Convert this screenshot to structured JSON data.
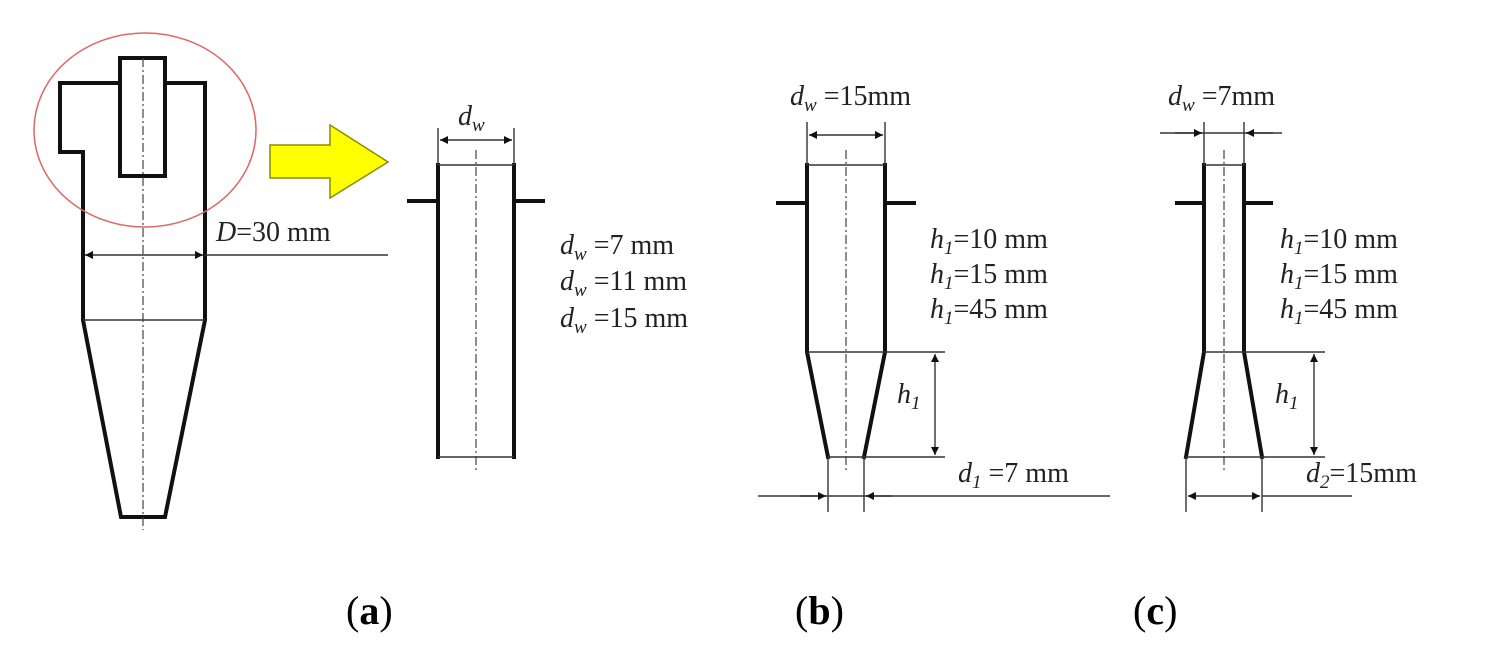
{
  "colors": {
    "arrow_fill": "#ffff00",
    "arrow_stroke": "#8c8c00",
    "highlight_circle": "#e06666",
    "line": "#111111"
  },
  "a": {
    "D_sym": "D",
    "D_val": "=30 mm",
    "dw_sym": "d",
    "dw_sub": "w",
    "values": [
      {
        "sym": "d",
        "sub": "w",
        "val": " =7 mm"
      },
      {
        "sym": "d",
        "sub": "w",
        "val": " =11 mm"
      },
      {
        "sym": "d",
        "sub": "w",
        "val": " =15 mm"
      }
    ],
    "caption_open": "(",
    "caption_letter": "a",
    "caption_close": ")"
  },
  "b": {
    "dw_sym": "d",
    "dw_sub": "w",
    "dw_val": " =15mm",
    "h_values": [
      {
        "sym": "h",
        "sub": "1",
        "val": "=10 mm"
      },
      {
        "sym": "h",
        "sub": "1",
        "val": "=15 mm"
      },
      {
        "sym": "h",
        "sub": "1",
        "val": "=45 mm"
      }
    ],
    "h_dim_sym": "h",
    "h_dim_sub": "1",
    "d_sym": "d",
    "d_sub": "1",
    "d_val": " =7 mm",
    "caption_open": "(",
    "caption_letter": "b",
    "caption_close": ")"
  },
  "c": {
    "dw_sym": "d",
    "dw_sub": "w",
    "dw_val": " =7mm",
    "h_values": [
      {
        "sym": "h",
        "sub": "1",
        "val": "=10 mm"
      },
      {
        "sym": "h",
        "sub": "1",
        "val": "=15 mm"
      },
      {
        "sym": "h",
        "sub": "1",
        "val": "=45 mm"
      }
    ],
    "h_dim_sym": "h",
    "h_dim_sub": "1",
    "d_sym": "d",
    "d_sub": "2",
    "d_val": "=15mm",
    "caption_open": "(",
    "caption_letter": "c",
    "caption_close": ")"
  }
}
